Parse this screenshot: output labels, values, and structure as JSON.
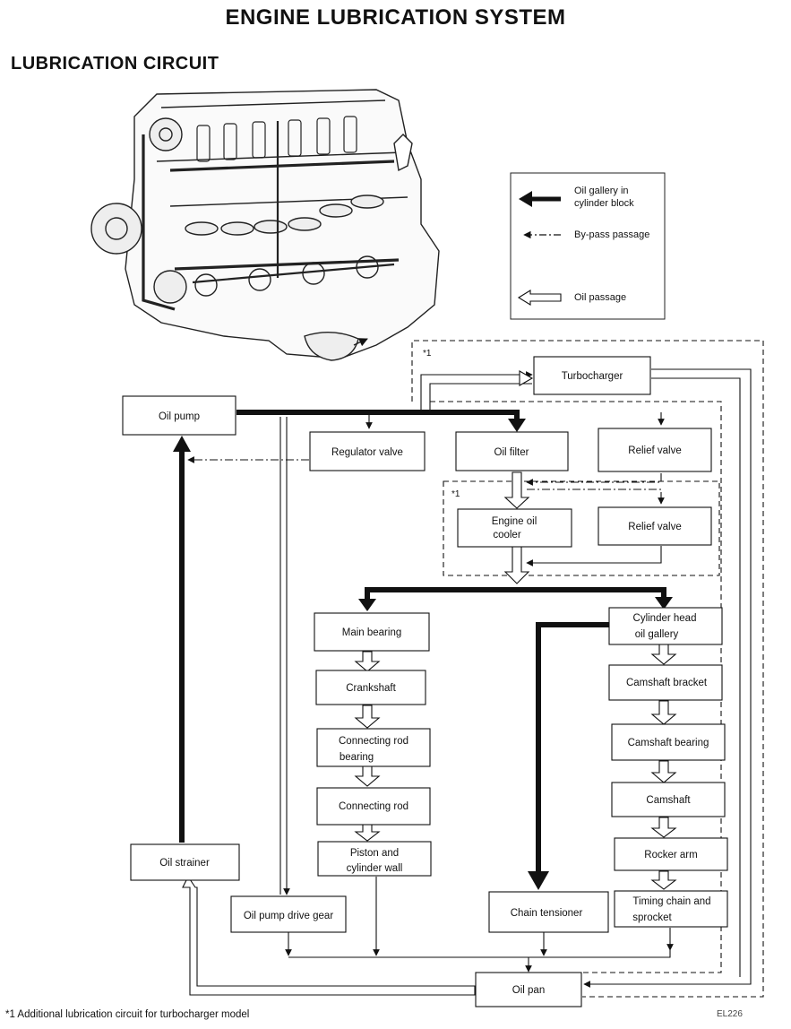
{
  "title": "ENGINE LUBRICATION SYSTEM",
  "subtitle": "LUBRICATION CIRCUIT",
  "footnote": "*1  Additional lubrication circuit for turbocharger model",
  "code": "EL226",
  "legend": {
    "oil_gallery": [
      "Oil gallery in",
      "cylinder block"
    ],
    "bypass": "By-pass passage",
    "oil_passage": "Oil passage"
  },
  "notes": {
    "turbo_circuit": "*1",
    "cooler_circuit": "*1"
  },
  "boxes": {
    "turbocharger": [
      "Turbocharger"
    ],
    "oil_pump": [
      "Oil pump"
    ],
    "regulator_valve": [
      "Regulator valve"
    ],
    "oil_filter": [
      "Oil filter"
    ],
    "relief_valve_1": [
      "Relief valve"
    ],
    "engine_oil_cooler": [
      "Engine oil",
      "cooler"
    ],
    "relief_valve_2": [
      "Relief valve"
    ],
    "main_bearing": [
      "Main bearing"
    ],
    "crankshaft": [
      "Crankshaft"
    ],
    "connecting_rod_bearing": [
      "Connecting rod",
      "bearing"
    ],
    "connecting_rod": [
      "Connecting rod"
    ],
    "piston_cylinder_wall": [
      "Piston and",
      "cylinder wall"
    ],
    "cylinder_head_gallery": [
      "Cylinder head",
      "oil gallery"
    ],
    "camshaft_bracket": [
      "Camshaft bracket"
    ],
    "camshaft_bearing": [
      "Camshaft bearing"
    ],
    "camshaft": [
      "Camshaft"
    ],
    "rocker_arm": [
      "Rocker arm"
    ],
    "timing_chain": [
      "Timing chain and",
      "sprocket"
    ],
    "chain_tensioner": [
      "Chain tensioner"
    ],
    "oil_strainer": [
      "Oil strainer"
    ],
    "oil_pump_drive_gear": [
      "Oil pump drive gear"
    ],
    "oil_pan": [
      "Oil pan"
    ]
  }
}
